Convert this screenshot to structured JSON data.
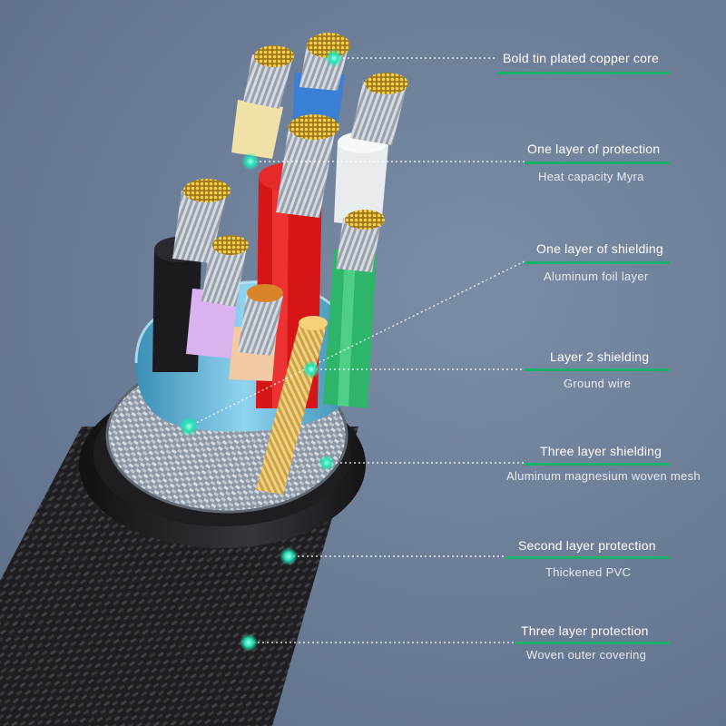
{
  "callouts": [
    {
      "title": "Bold tin plated copper core",
      "subtitle": ""
    },
    {
      "title": "One layer of protection",
      "subtitle": "Heat capacity Myra"
    },
    {
      "title": "One layer of shielding",
      "subtitle": "Aluminum foil layer"
    },
    {
      "title": "Layer 2 shielding",
      "subtitle": "Ground wire"
    },
    {
      "title": "Three layer shielding",
      "subtitle": "Aluminum magnesium woven mesh"
    },
    {
      "title": "Second layer protection",
      "subtitle": "Thickened PVC"
    },
    {
      "title": "Three layer protection",
      "subtitle": "Woven outer covering"
    }
  ],
  "colors": {
    "accent": "#17b26a",
    "marker": "#22e3b4",
    "background": "#6e7f99",
    "braid": "#2b2b30",
    "foil": "#5ab3d6"
  }
}
